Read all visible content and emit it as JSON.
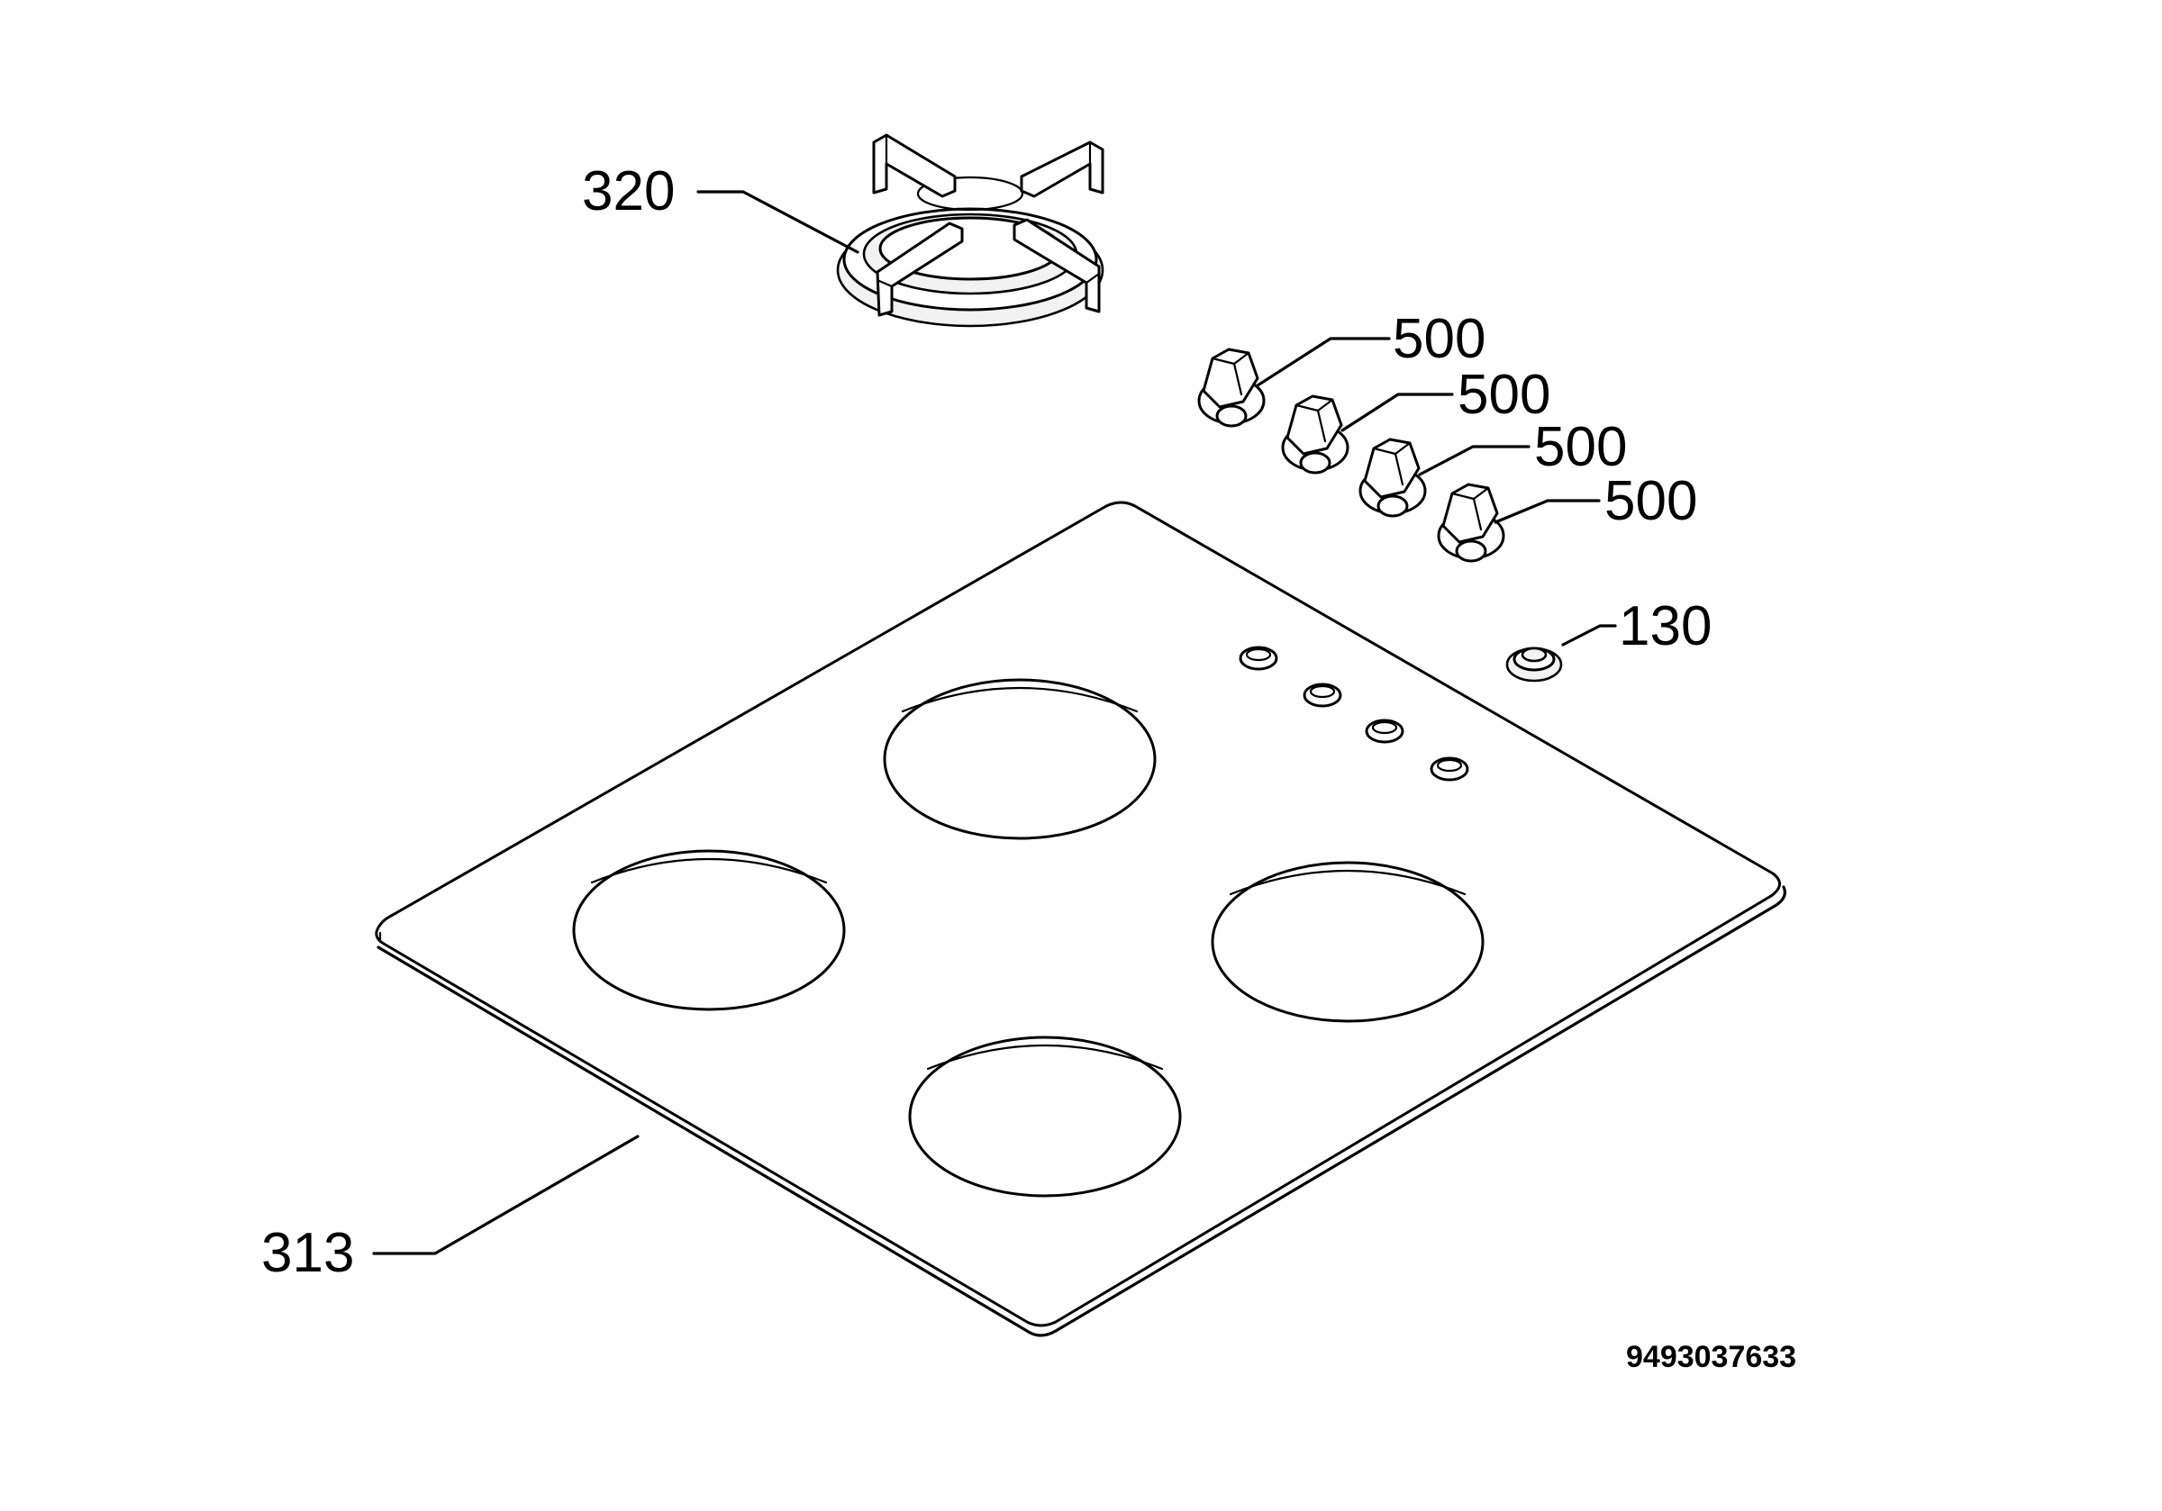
{
  "labels": {
    "pan_support": "320",
    "knob_1": "500",
    "knob_2": "500",
    "knob_3": "500",
    "knob_4": "500",
    "spark_button": "130",
    "hob_top": "313"
  },
  "document_number": "9493037633"
}
